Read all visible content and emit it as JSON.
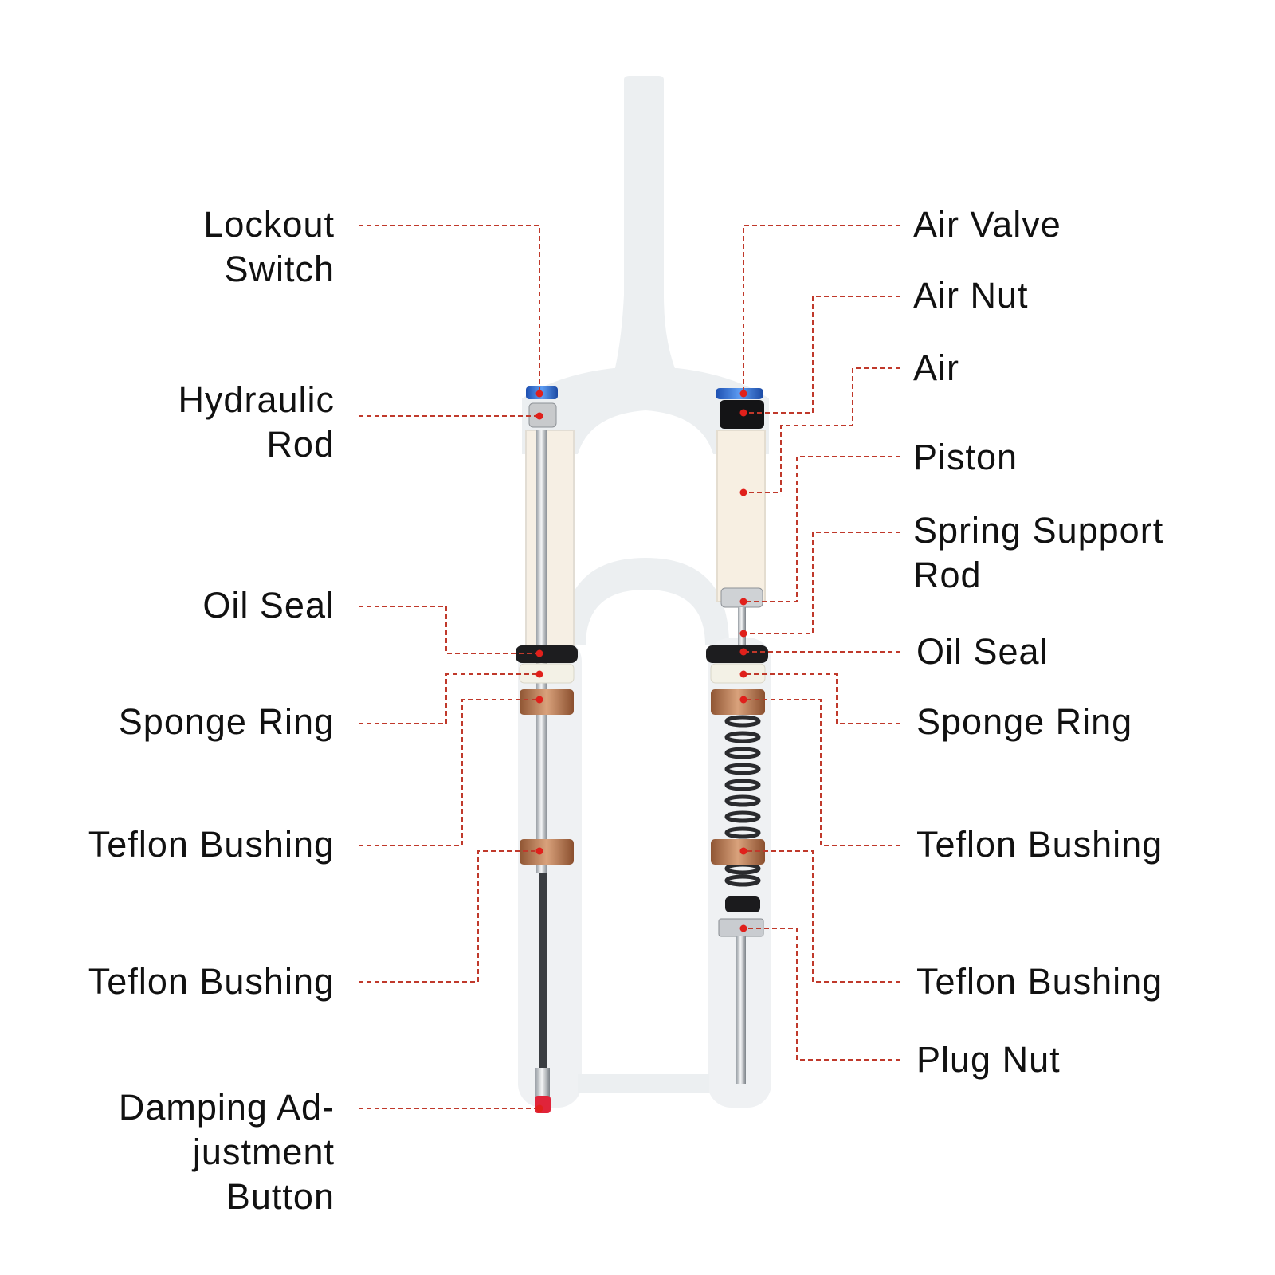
{
  "diagram": {
    "colors": {
      "background": "#ffffff",
      "frame": "#e9ecee",
      "leader": "#c0392b",
      "dot": "#e0201b",
      "bushing": "#b87a52",
      "anodized_blue": "#2f6fd6",
      "button_red": "#e0243a",
      "tube_tint": "#f7efe2",
      "stanchion": "#d9dcdf"
    },
    "left_labels": {
      "lockout_switch": [
        "Lockout",
        "Switch"
      ],
      "hydraulic_rod": [
        "Hydraulic",
        "Rod"
      ],
      "oil_seal": [
        "Oil Seal"
      ],
      "sponge_ring": [
        "Sponge Ring"
      ],
      "teflon_bushing_upper": [
        "Teflon Bushing"
      ],
      "teflon_bushing_lower": [
        "Teflon Bushing"
      ],
      "damping_button": [
        "Damping Ad-",
        "justment",
        "Button"
      ]
    },
    "right_labels": {
      "air_valve": [
        "Air Valve"
      ],
      "air_nut": [
        "Air Nut"
      ],
      "air": [
        "Air"
      ],
      "piston": [
        "Piston"
      ],
      "spring_support_rod": [
        "Spring Support",
        "Rod"
      ],
      "oil_seal": [
        "Oil Seal"
      ],
      "sponge_ring": [
        "Sponge Ring"
      ],
      "teflon_bushing_upper": [
        "Teflon Bushing"
      ],
      "teflon_bushing_lower": [
        "Teflon Bushing"
      ],
      "plug_nut": [
        "Plug Nut"
      ]
    }
  }
}
